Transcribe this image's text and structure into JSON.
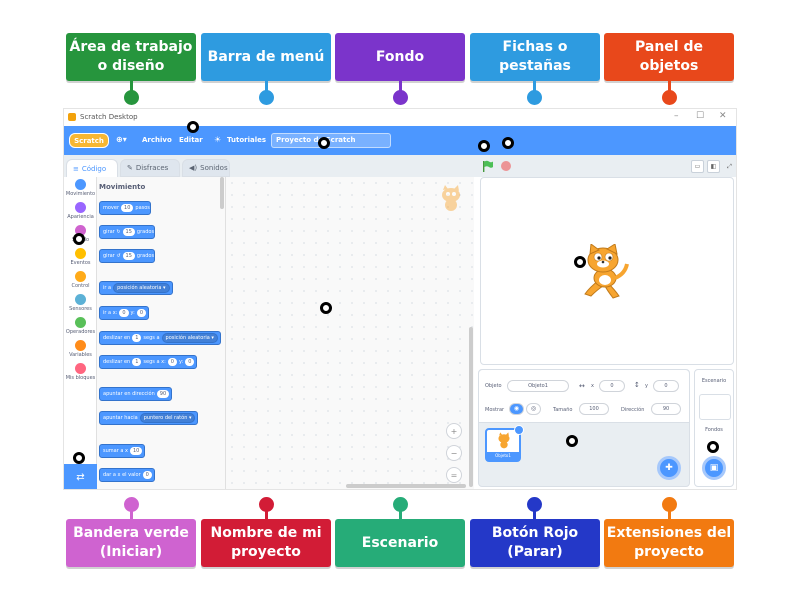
{
  "labels_top": [
    {
      "text": "Área de trabajo o diseño",
      "color": "#26953d"
    },
    {
      "text": "Barra de menú",
      "color": "#2e9be0"
    },
    {
      "text": "Fondo",
      "color": "#7b34cb"
    },
    {
      "text": "Fichas o pestañas",
      "color": "#2e9be0"
    },
    {
      "text": "Panel de objetos",
      "color": "#e8481b"
    }
  ],
  "labels_bottom": [
    {
      "text": "Bandera verde (Iniciar)",
      "color": "#cf63d0"
    },
    {
      "text": "Nombre de mi proyecto",
      "color": "#d21c36"
    },
    {
      "text": "Escenario",
      "color": "#26ac78"
    },
    {
      "text": "Botón Rojo (Parar)",
      "color": "#2438c8"
    },
    {
      "text": "Extensiones del proyecto",
      "color": "#f27a11"
    }
  ],
  "window": {
    "title": "Scratch Desktop",
    "controls": [
      "–",
      "☐",
      "✕"
    ]
  },
  "menubar": {
    "logo": "Scratch",
    "globe": "⊕▾",
    "file": "Archivo",
    "edit": "Editar",
    "tutorials": "Tutoriales",
    "project_name": "Proyecto de Scratch"
  },
  "tabs": {
    "code": "Código",
    "costumes": "Disfraces",
    "sounds": "Sonidos"
  },
  "categories": [
    {
      "label": "Movimiento",
      "color": "#4c97ff"
    },
    {
      "label": "Apariencia",
      "color": "#9966ff"
    },
    {
      "label": "Sonido",
      "color": "#cf63cf"
    },
    {
      "label": "Eventos",
      "color": "#ffbf00"
    },
    {
      "label": "Control",
      "color": "#ffab19"
    },
    {
      "label": "Sensores",
      "color": "#5cb1d6"
    },
    {
      "label": "Operadores",
      "color": "#59c059"
    },
    {
      "label": "Variables",
      "color": "#ff8c1a"
    },
    {
      "label": "Mis bloques",
      "color": "#ff6680"
    }
  ],
  "palette": {
    "title": "Movimiento",
    "blocks": {
      "move": [
        "mover",
        "10",
        "pasos"
      ],
      "turn_right": [
        "girar",
        "↻",
        "15",
        "grados"
      ],
      "turn_left": [
        "girar",
        "↺",
        "15",
        "grados"
      ],
      "goto": [
        "ir a",
        "posición aleatoria ▾"
      ],
      "goto_xy": [
        "ir a x:",
        "0",
        "y:",
        "0"
      ],
      "glide_to": [
        "deslizar en",
        "1",
        "segs a",
        "posición aleatoria ▾"
      ],
      "glide_xy": [
        "deslizar en",
        "1",
        "segs a x:",
        "0",
        "y:",
        "0"
      ],
      "point_dir": [
        "apuntar en dirección",
        "90"
      ],
      "point_towards": [
        "apuntar hacia",
        "puntero del ratón ▾"
      ],
      "change_x": [
        "sumar a x",
        "10"
      ],
      "set_x": [
        "dar a x el valor",
        "0"
      ]
    }
  },
  "code_zoom": [
    "+",
    "−",
    "="
  ],
  "sprite_info": {
    "sprite_label": "Objeto",
    "sprite_name": "Objeto1",
    "x_label": "x",
    "x_value": "0",
    "y_label": "y",
    "y_value": "0",
    "show_label": "Mostrar",
    "size_label": "Tamaño",
    "size_value": "100",
    "dir_label": "Dirección",
    "dir_value": "90",
    "thumb_name": "Objeto1"
  },
  "stage_pane": {
    "title": "Escenario",
    "backdrops_label": "Fondos"
  },
  "colors": {
    "scratch_blue": "#4c97ff",
    "flag_green": "#4cbf56",
    "stop_red": "#ec5959"
  }
}
